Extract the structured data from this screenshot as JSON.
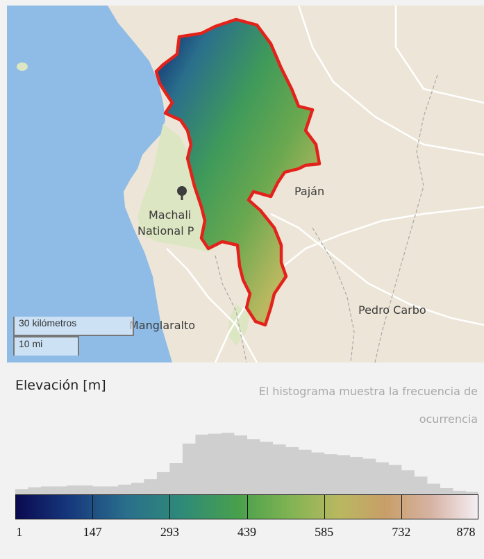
{
  "map": {
    "places": {
      "machalilla_1": "Machali",
      "machalilla_2": "National P",
      "pajan": "Paján",
      "manglaralto": "Manglaralto",
      "pedro_carbo": "Pedro Carbo"
    },
    "scale": {
      "km": "30 kilómetros",
      "mi": "10 mi"
    },
    "colors": {
      "ocean": "#8ebce6",
      "land": "#ede6d8",
      "park": "#dde6c3",
      "boundary": "#e3221b"
    },
    "park_icon": "tree-icon"
  },
  "panel": {
    "title": "Elevación [m]",
    "histogram_note_line1": "El histograma muestra la frecuencia de",
    "histogram_note_line2": "ocurrencia"
  },
  "colorbar": {
    "ticks": [
      "1",
      "147",
      "293",
      "439",
      "585",
      "732",
      "878"
    ],
    "colors": [
      "#0a0a50",
      "#2a6f8c",
      "#48a04c",
      "#b9b860",
      "#c89e68",
      "#f4eef3"
    ]
  },
  "histogram_bins": [
    6,
    8,
    9,
    9,
    10,
    10,
    9,
    9,
    11,
    13,
    17,
    25,
    35,
    57,
    67,
    68,
    69,
    66,
    62,
    59,
    56,
    53,
    50,
    47,
    45,
    44,
    42,
    40,
    36,
    33,
    27,
    20,
    12,
    7,
    4,
    3
  ]
}
